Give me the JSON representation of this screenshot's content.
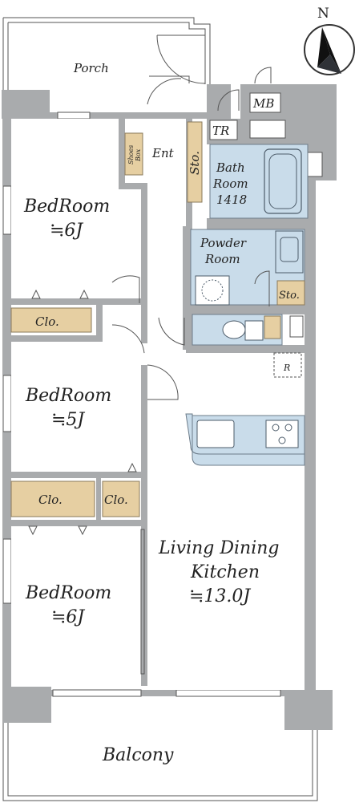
{
  "plan": {
    "compass": {
      "north_label": "N"
    },
    "rooms": {
      "porch": "Porch",
      "entrance": "Ent",
      "shoes_box_1": "Shoes",
      "shoes_box_2": "Box",
      "storage_entrance": "Sto.",
      "mb": "MB",
      "tr": "TR",
      "bath_line1": "Bath",
      "bath_line2": "Room",
      "bath_line3": "1418",
      "powder_line1": "Powder",
      "powder_line2": "Room",
      "storage_powder": "Sto.",
      "refrigerator": "R",
      "bedroom1_name": "BedRoom",
      "bedroom1_size": "≒6J",
      "closet1": "Clo.",
      "bedroom2_name": "BedRoom",
      "bedroom2_size": "≒5J",
      "closet2": "Clo.",
      "closet3": "Clo.",
      "bedroom3_name": "BedRoom",
      "bedroom3_size": "≒6J",
      "ldk_line1": "Living Dining",
      "ldk_line2": "Kitchen",
      "ldk_size": "≒13.0J",
      "balcony": "Balcony"
    },
    "colors": {
      "wall": "#a9abad",
      "wet_area": "#c9dcea",
      "closet": "#e6cfa2"
    }
  }
}
